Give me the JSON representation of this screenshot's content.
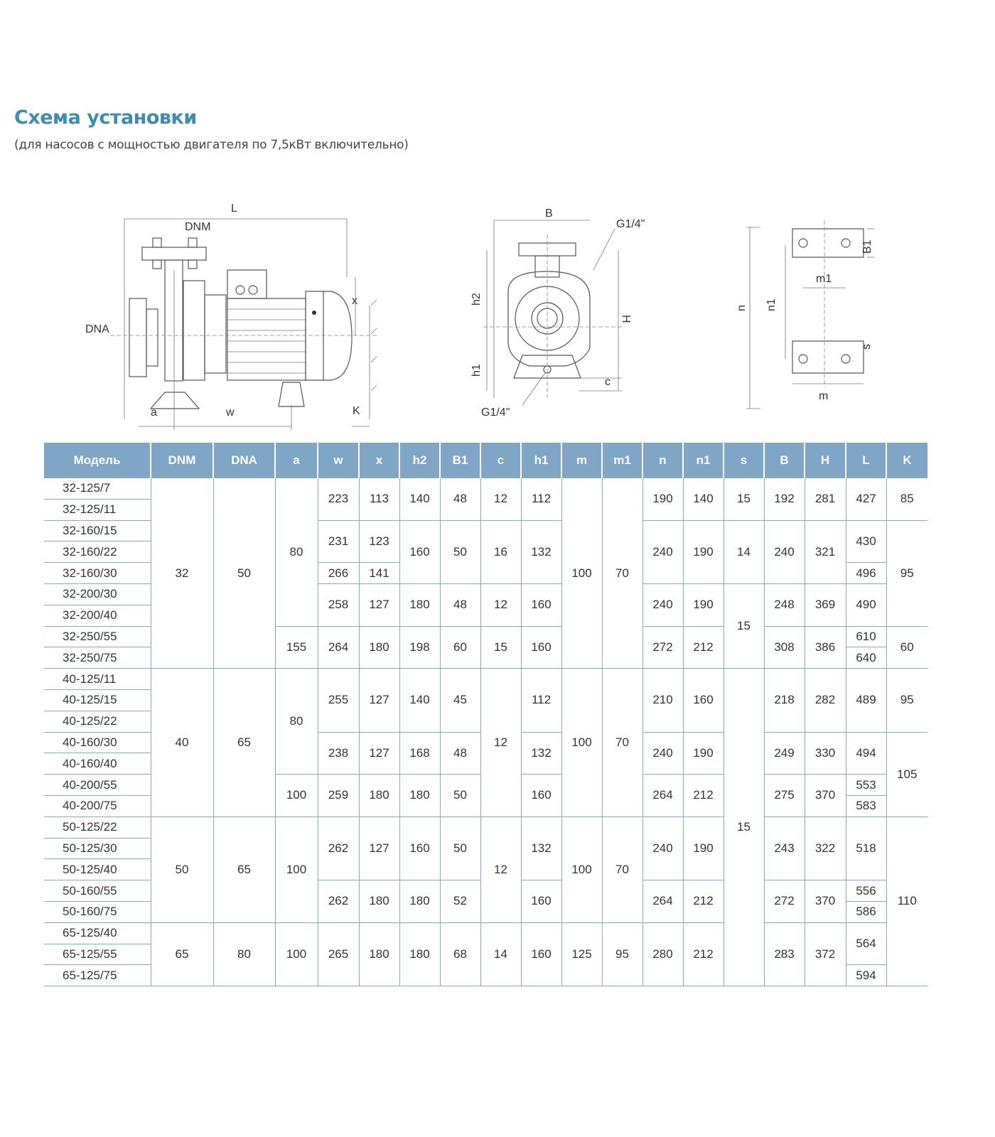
{
  "header": {
    "title": "Схема установки",
    "subtitle": "(для насосов с мощностью двигателя по 7,5кВт включительно)"
  },
  "diagrams": {
    "side_view": {
      "L": "L",
      "DNM": "DNM",
      "DNA": "DNA",
      "x": "x",
      "a": "a",
      "w": "w",
      "K": "K"
    },
    "front_view": {
      "B": "B",
      "G_top": "G1/4\"",
      "h2": "h2",
      "h1": "h1",
      "H": "H",
      "c": "c",
      "G_bottom": "G1/4\""
    },
    "base_view": {
      "B1": "B1",
      "m1": "m1",
      "n": "n",
      "n1": "n1",
      "s": "s",
      "m": "m"
    }
  },
  "colors": {
    "title": "#3d8db0",
    "header_bg": "#7fa6c6",
    "grid": "#7fb1c4"
  },
  "table": {
    "columns": [
      {
        "header": "Модель",
        "cells": [
          [
            "32-125/7",
            1
          ],
          [
            "32-125/11",
            1
          ],
          [
            "32-160/15",
            1
          ],
          [
            "32-160/22",
            1
          ],
          [
            "32-160/30",
            1
          ],
          [
            "32-200/30",
            1
          ],
          [
            "32-200/40",
            1
          ],
          [
            "32-250/55",
            1
          ],
          [
            "32-250/75",
            1
          ],
          [
            "40-125/11",
            1
          ],
          [
            "40-125/15",
            1
          ],
          [
            "40-125/22",
            1
          ],
          [
            "40-160/30",
            1
          ],
          [
            "40-160/40",
            1
          ],
          [
            "40-200/55",
            1
          ],
          [
            "40-200/75",
            1
          ],
          [
            "50-125/22",
            1
          ],
          [
            "50-125/30",
            1
          ],
          [
            "50-125/40",
            1
          ],
          [
            "50-160/55",
            1
          ],
          [
            "50-160/75",
            1
          ],
          [
            "65-125/40",
            1
          ],
          [
            "65-125/55",
            1
          ],
          [
            "65-125/75",
            1
          ]
        ]
      },
      {
        "header": "DNM",
        "cells": [
          [
            "32",
            9
          ],
          [
            "40",
            7
          ],
          [
            "50",
            5
          ],
          [
            "65",
            3
          ]
        ]
      },
      {
        "header": "DNA",
        "cells": [
          [
            "50",
            9
          ],
          [
            "65",
            7
          ],
          [
            "65",
            5
          ],
          [
            "80",
            3
          ]
        ]
      },
      {
        "header": "a",
        "cells": [
          [
            "80",
            7
          ],
          [
            "155",
            2
          ],
          [
            "80",
            5
          ],
          [
            "100",
            2
          ],
          [
            "100",
            5
          ],
          [
            "100",
            3
          ]
        ]
      },
      {
        "header": "w",
        "cells": [
          [
            "223",
            2
          ],
          [
            "231",
            2
          ],
          [
            "266",
            1
          ],
          [
            "258",
            2
          ],
          [
            "264",
            2
          ],
          [
            "255",
            3
          ],
          [
            "238",
            2
          ],
          [
            "259",
            2
          ],
          [
            "262",
            3
          ],
          [
            "262",
            2
          ],
          [
            "265",
            3
          ]
        ]
      },
      {
        "header": "x",
        "cells": [
          [
            "113",
            2
          ],
          [
            "123",
            2
          ],
          [
            "141",
            1
          ],
          [
            "127",
            2
          ],
          [
            "180",
            2
          ],
          [
            "127",
            3
          ],
          [
            "127",
            2
          ],
          [
            "180",
            2
          ],
          [
            "127",
            3
          ],
          [
            "180",
            2
          ],
          [
            "180",
            3
          ]
        ]
      },
      {
        "header": "h2",
        "cells": [
          [
            "140",
            2
          ],
          [
            "160",
            3
          ],
          [
            "180",
            2
          ],
          [
            "198",
            2
          ],
          [
            "140",
            3
          ],
          [
            "168",
            2
          ],
          [
            "180",
            2
          ],
          [
            "160",
            3
          ],
          [
            "180",
            2
          ],
          [
            "180",
            3
          ]
        ]
      },
      {
        "header": "B1",
        "cells": [
          [
            "48",
            2
          ],
          [
            "50",
            3
          ],
          [
            "48",
            2
          ],
          [
            "60",
            2
          ],
          [
            "45",
            3
          ],
          [
            "48",
            2
          ],
          [
            "50",
            2
          ],
          [
            "50",
            3
          ],
          [
            "52",
            2
          ],
          [
            "68",
            3
          ]
        ]
      },
      {
        "header": "c",
        "cells": [
          [
            "12",
            2
          ],
          [
            "16",
            3
          ],
          [
            "12",
            2
          ],
          [
            "15",
            2
          ],
          [
            "12",
            7
          ],
          [
            "12",
            5
          ],
          [
            "14",
            3
          ]
        ]
      },
      {
        "header": "h1",
        "cells": [
          [
            "112",
            2
          ],
          [
            "132",
            3
          ],
          [
            "160",
            2
          ],
          [
            "160",
            2
          ],
          [
            "112",
            3
          ],
          [
            "132",
            2
          ],
          [
            "160",
            2
          ],
          [
            "132",
            3
          ],
          [
            "160",
            2
          ],
          [
            "160",
            3
          ]
        ]
      },
      {
        "header": "m",
        "cells": [
          [
            "100",
            9
          ],
          [
            "100",
            7
          ],
          [
            "100",
            5
          ],
          [
            "125",
            3
          ]
        ]
      },
      {
        "header": "m1",
        "cells": [
          [
            "70",
            9
          ],
          [
            "70",
            7
          ],
          [
            "70",
            5
          ],
          [
            "95",
            3
          ]
        ]
      },
      {
        "header": "n",
        "cells": [
          [
            "190",
            2
          ],
          [
            "240",
            3
          ],
          [
            "240",
            2
          ],
          [
            "272",
            2
          ],
          [
            "210",
            3
          ],
          [
            "240",
            2
          ],
          [
            "264",
            2
          ],
          [
            "240",
            3
          ],
          [
            "264",
            2
          ],
          [
            "280",
            3
          ]
        ]
      },
      {
        "header": "n1",
        "cells": [
          [
            "140",
            2
          ],
          [
            "190",
            3
          ],
          [
            "190",
            2
          ],
          [
            "212",
            2
          ],
          [
            "160",
            3
          ],
          [
            "190",
            2
          ],
          [
            "212",
            2
          ],
          [
            "190",
            3
          ],
          [
            "212",
            2
          ],
          [
            "212",
            3
          ]
        ]
      },
      {
        "header": "s",
        "cells": [
          [
            "15",
            2
          ],
          [
            "14",
            3
          ],
          [
            "15",
            4
          ],
          [
            "15",
            15
          ]
        ]
      },
      {
        "header": "B",
        "cells": [
          [
            "192",
            2
          ],
          [
            "240",
            3
          ],
          [
            "248",
            2
          ],
          [
            "308",
            2
          ],
          [
            "218",
            3
          ],
          [
            "249",
            2
          ],
          [
            "275",
            2
          ],
          [
            "243",
            3
          ],
          [
            "272",
            2
          ],
          [
            "283",
            3
          ]
        ]
      },
      {
        "header": "H",
        "cells": [
          [
            "281",
            2
          ],
          [
            "321",
            3
          ],
          [
            "369",
            2
          ],
          [
            "386",
            2
          ],
          [
            "282",
            3
          ],
          [
            "330",
            2
          ],
          [
            "370",
            2
          ],
          [
            "322",
            3
          ],
          [
            "370",
            2
          ],
          [
            "372",
            3
          ]
        ]
      },
      {
        "header": "L",
        "cells": [
          [
            "427",
            2
          ],
          [
            "430",
            2
          ],
          [
            "496",
            1
          ],
          [
            "490",
            2
          ],
          [
            "610",
            1
          ],
          [
            "640",
            1
          ],
          [
            "489",
            3
          ],
          [
            "494",
            2
          ],
          [
            "553",
            1
          ],
          [
            "583",
            1
          ],
          [
            "518",
            3
          ],
          [
            "556",
            1
          ],
          [
            "586",
            1
          ],
          [
            "564",
            2
          ],
          [
            "594",
            1
          ]
        ]
      },
      {
        "header": "K",
        "cells": [
          [
            "85",
            2
          ],
          [
            "95",
            5
          ],
          [
            "60",
            2
          ],
          [
            "95",
            3
          ],
          [
            "105",
            4
          ],
          [
            "110",
            8
          ]
        ]
      }
    ]
  }
}
